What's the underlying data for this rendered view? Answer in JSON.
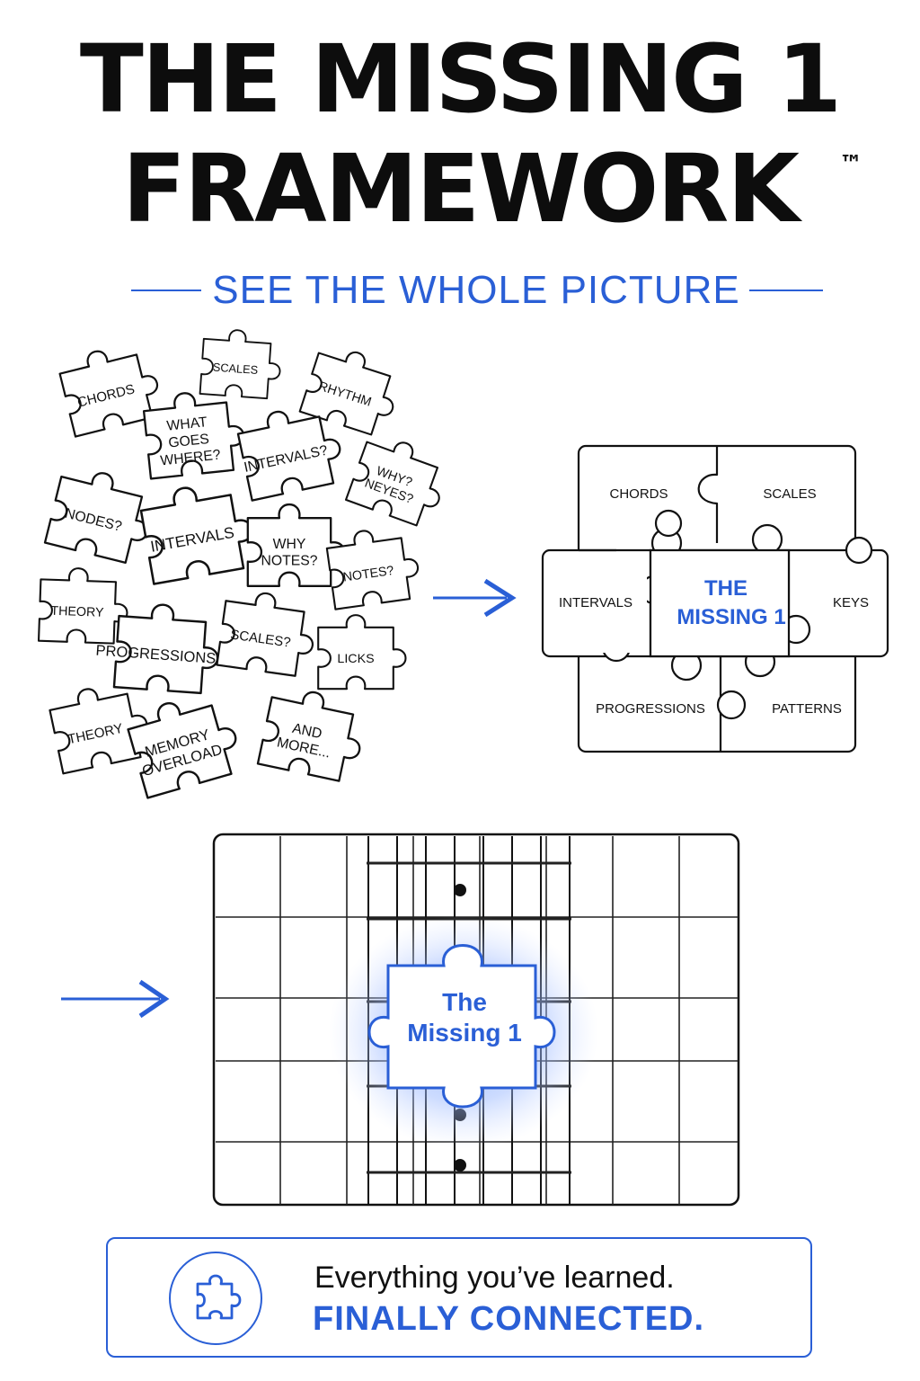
{
  "title": {
    "line1": "THE MISSING 1",
    "line2": "FRAMEWORK",
    "trademark": "™"
  },
  "subtitle": "SEE THE WHOLE PICTURE",
  "scattered_pieces": [
    "CHORDS",
    "SCALES",
    "RHYTHM",
    "WHAT\nGOES\nWHERE?",
    "INTERVALS?",
    "WHY?\nNEYES?",
    "NODES?",
    "INTERVALS",
    "WHY\nNOTES?",
    "NOTES?",
    "THEORY",
    "PROGRESSIONS?",
    "SCALES?",
    "LICKS",
    "THEORY",
    "MEMORY\nOVERLOAD",
    "AND\nMORE..."
  ],
  "framework_pieces": {
    "chords": "CHORDS",
    "scales": "SCALES",
    "intervals": "INTERVALS",
    "center_line1": "THE",
    "center_line2": "MISSING 1",
    "keys": "KEYS",
    "progressions": "PROGRESSIONS",
    "patterns": "PATTERNS"
  },
  "fretboard_piece": {
    "line1": "The",
    "line2": "Missing 1"
  },
  "banner": {
    "line1": "Everything you’ve learned.",
    "line2": "FINALLY CONNECTED."
  },
  "colors": {
    "accent": "#2a5fd6",
    "ink": "#111111",
    "glow": "#7fa6ff"
  },
  "icons": [
    "arrow-right-icon",
    "puzzle-piece-icon"
  ]
}
